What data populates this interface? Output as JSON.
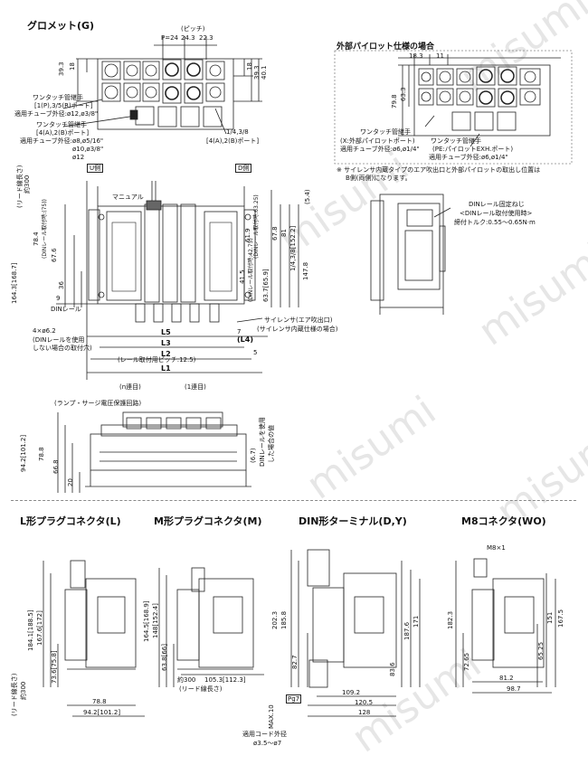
{
  "watermark": "misumi",
  "sections": {
    "grommet": "グロメット(G)",
    "ext_pilot": "外部パイロット仕様の場合",
    "l_plug": "L形プラグコネクタ(L)",
    "m_plug": "M形プラグコネクタ(M)",
    "din": "DIN形ターミナル(D,Y)",
    "m8": "M8コネクタ(WO)"
  },
  "grommet_top": {
    "pitch_label": "(ピッチ)",
    "pitch_value": "P=24",
    "pitch_value2": "24.3",
    "pitch_value3": "22.3",
    "dim_39_3": "39.3",
    "dim_18a": "18",
    "dim_18b": "18",
    "dim_39_3b": "39.3",
    "dim_40_1": "40.1",
    "note1_a": "ワンタッチ管継手",
    "note1_b": "[1(P),3/5(R)ポート]",
    "note1_c": "適用チューブ外径:ø12,ø3/8\"",
    "note2_a": "ワンタッチ管継手",
    "note2_b": "[4(A),2(B)ポート]",
    "note2_c": "適用チューブ外径:ø8,ø5/16\"",
    "note2_d": "ø10,ø3/8\"",
    "note2_e": "ø12",
    "port_a": "1/4,3/8",
    "port_b": "[4(A),2(B)ポート]"
  },
  "ext_pilot": {
    "dim_18_3": "18.3",
    "dim_11": "11",
    "dim_79_8": "79.8",
    "dim_63_3": "63.3",
    "note_a": "ワンタッチ管継手",
    "note_b": "(X:外部パイロットポート)",
    "note_c": "適用チューブ外径:ø6,ø1/4\"",
    "note_d": "ワンタッチ管継手",
    "note_e": "(PE:パイロットEXH.ポート)",
    "note_f": "適用チューブ外径:ø6,ø1/4\"",
    "remark_a": "※ サイレンサ内蔵タイプのエア吹出口と外部パイロットの取出し位置は",
    "remark_b": "B側(両側)になります。"
  },
  "front": {
    "u_side": "U側",
    "d_side": "D側",
    "lead_len": "(リード線長さ)",
    "lead_300": "約300",
    "manual": "マニュアル",
    "dim_5_4": "(5.4)",
    "dim_164_3": "164.3[168.7]",
    "dim_78_4": "78.4",
    "dim_din": "(DINレール取付時:(75))",
    "dim_67_6": "67.6",
    "dim_36": "36",
    "dim_9": "9",
    "din_rail": "DINレール",
    "dim_61_9": "61.9",
    "dim_din2": "(DINレール取付時:63.25)",
    "dim_67_8": "67.8",
    "dim_81": "81",
    "dim_1_4": "1/4,3/8[152.2]",
    "dim_147_8": "147.8",
    "dim_41_5": "41.5",
    "dim_din3": "(DINレール取付時:42.75)",
    "dim_63_7": "63.7[65.9]",
    "holes": "4×ø6.2",
    "holes_note_a": "(DINレールを使用",
    "holes_note_b": "しない場合の取付穴)",
    "silencer_a": "サイレンサ(エア吹出口)",
    "silencer_b": "(サイレンサ内蔵仕様の場合)",
    "L5": "L5",
    "L3": "L3",
    "L4": "(L4)",
    "L2": "L2",
    "L1": "L1",
    "dim_7": "7",
    "dim_5": "5",
    "rail_pitch": "(レール取付用ピッチ:12.5)",
    "station_n": "(n連目)",
    "station_1": "(1連目)"
  },
  "side_view": {
    "din_screw_a": "DINレール固定ねじ",
    "din_screw_b": "<DINレール取付使用時>",
    "din_screw_c": "締付トルク:0.55〜0.65N·m"
  },
  "bottom_front": {
    "lamp": "(ランプ・サージ電圧保護回路)",
    "dim_94_2": "94.2[101.2]",
    "dim_78_8": "78.8",
    "dim_66_8": "66.8",
    "dim_20": "20",
    "dim_6_7": "(6.7)",
    "din_note_a": "DINレールを使用",
    "din_note_b": "した場合の値"
  },
  "l_plug": {
    "dim_184_1": "184.1[188.5]",
    "dim_167_6": "167.6[172]",
    "dim_73_6": "73.6[75.8]",
    "lead": "(リード線長さ)",
    "lead_300": "約300",
    "dim_78_8": "78.8",
    "dim_94_2": "94.2[101.2]"
  },
  "m_plug": {
    "dim_164_5": "164.5[168.9]",
    "dim_148": "148[152.4]",
    "dim_63_8": "63.8[66]",
    "lead_300": "約300",
    "dim_105_3": "105.3[112.3]",
    "lead": "(リード線長さ)"
  },
  "din": {
    "dim_202_3": "202.3",
    "dim_185_8": "185.8",
    "dim_82_7": "82.7",
    "dim_187_6": "187.6",
    "dim_171": "171",
    "dim_83_6": "83.6",
    "dim_109_2": "109.2",
    "dim_120_5": "120.5",
    "dim_128": "128",
    "pg7": "Pg7",
    "max10": "MAX.10",
    "cord_a": "適用コード外径",
    "cord_b": "ø3.5〜ø7"
  },
  "m8": {
    "m8x1": "M8×1",
    "dim_182_3": "182.3",
    "dim_167_5": "167.5",
    "dim_151": "151",
    "dim_72_65": "72.65",
    "dim_65_25": "65.25",
    "dim_81_2": "81.2",
    "dim_98_7": "98.7"
  }
}
